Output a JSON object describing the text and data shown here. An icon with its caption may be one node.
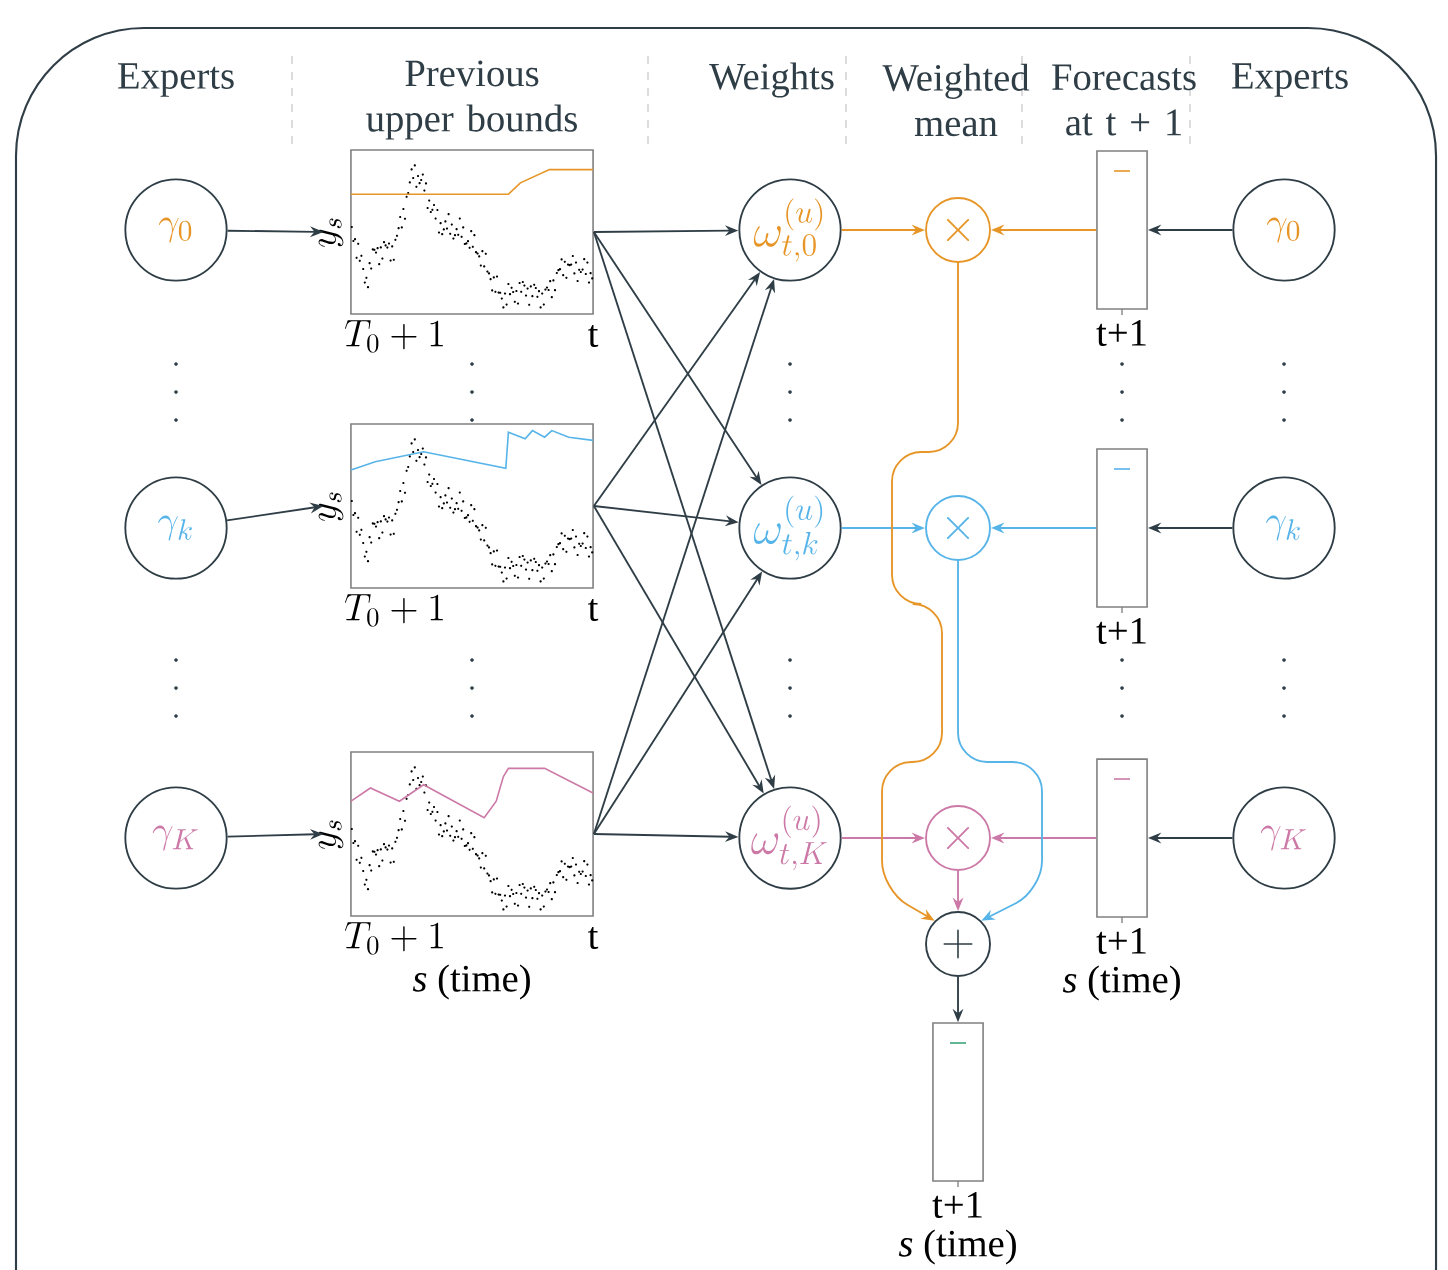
{
  "diagram": {
    "nodes": [
      {
        "text": [
          "\\gamma_0"
        ]
      },
      {
        "text": [
          "\\gamma_k"
        ]
      },
      {
        "text": [
          "\\gamma_K"
        ]
      },
      {
        "text": [],
        "shape": "picture",
        "beside": [
          "y_s",
          "T_0+1",
          "t"
        ]
      },
      {
        "text": [],
        "shape": "picture",
        "beside": [
          "y_s",
          "T_0+1",
          "t"
        ]
      },
      {
        "text": [],
        "shape": "picture",
        "beside": [
          "y_s",
          "T_0+1",
          "t",
          "*s* (time)"
        ]
      },
      {
        "text": [
          "\\omega_{t,0}^{(u)}"
        ]
      },
      {
        "text": [
          "\\omega_{t,k}^{(u)}"
        ]
      },
      {
        "text": [
          "\\omega_{t,K}^{(u)}"
        ]
      },
      {
        "text": [
          "\\times"
        ]
      },
      {
        "text": [
          "\\times"
        ]
      },
      {
        "text": [
          "\\times"
        ]
      },
      {
        "text": [
          "+"
        ]
      },
      {
        "text": [],
        "shape": "bar",
        "beside": [
          "t+1"
        ]
      },
      {
        "text": [],
        "shape": "bar",
        "beside": [
          "t+1"
        ]
      },
      {
        "text": [],
        "shape": "bar",
        "beside": [
          "t+1",
          "*s* (time)"
        ]
      },
      {
        "text": [],
        "shape": "bar",
        "beside": [
          "t+1",
          "*s* (time)"
        ]
      },
      {
        "text": [
          "\\gamma_0"
        ]
      },
      {
        "text": [
          "\\gamma_k"
        ]
      },
      {
        "text": [
          "\\gamma_K"
        ]
      }
    ],
    "edges": [
      {
        "from": 0,
        "to": 3,
        "arrow": "to"
      },
      {
        "from": 1,
        "to": 4,
        "arrow": "to"
      },
      {
        "from": 2,
        "to": 5,
        "arrow": "to"
      },
      {
        "from": 3,
        "to": 6,
        "arrow": "to"
      },
      {
        "from": 3,
        "to": 7,
        "arrow": "to"
      },
      {
        "from": 3,
        "to": 8,
        "arrow": "to"
      },
      {
        "from": 4,
        "to": 6,
        "arrow": "to"
      },
      {
        "from": 4,
        "to": 7,
        "arrow": "to"
      },
      {
        "from": 4,
        "to": 8,
        "arrow": "to"
      },
      {
        "from": 5,
        "to": 6,
        "arrow": "to"
      },
      {
        "from": 5,
        "to": 7,
        "arrow": "to"
      },
      {
        "from": 5,
        "to": 8,
        "arrow": "to"
      },
      {
        "from": 6,
        "to": 9,
        "arrow": "to",
        "color": "#e69526"
      },
      {
        "from": 13,
        "to": 9,
        "arrow": "to",
        "color": "#e69526"
      },
      {
        "from": 17,
        "to": 13,
        "arrow": "to"
      },
      {
        "from": 7,
        "to": 10,
        "arrow": "to",
        "color": "#56b4e9"
      },
      {
        "from": 14,
        "to": 10,
        "arrow": "to",
        "color": "#56b4e9"
      },
      {
        "from": 18,
        "to": 14,
        "arrow": "to"
      },
      {
        "from": 8,
        "to": 11,
        "arrow": "to",
        "color": "#cc79a7"
      },
      {
        "from": 15,
        "to": 11,
        "arrow": "to",
        "color": "#cc79a7"
      },
      {
        "from": 19,
        "to": 15,
        "arrow": "to"
      },
      {
        "from": 9,
        "to": 12,
        "arrow": "to",
        "color": "#e69526"
      },
      {
        "from": 10,
        "to": 12,
        "arrow": "to",
        "color": "#56b4e9"
      },
      {
        "from": 11,
        "to": 12,
        "arrow": "to",
        "color": "#cc79a7"
      },
      {
        "from": 12,
        "to": 16,
        "arrow": "to"
      }
    ],
    "labels": [
      "Experts",
      "Previous upper bounds",
      "Weights",
      "Weighted mean",
      "Forecasts at t + 1",
      "Experts"
    ]
  }
}
